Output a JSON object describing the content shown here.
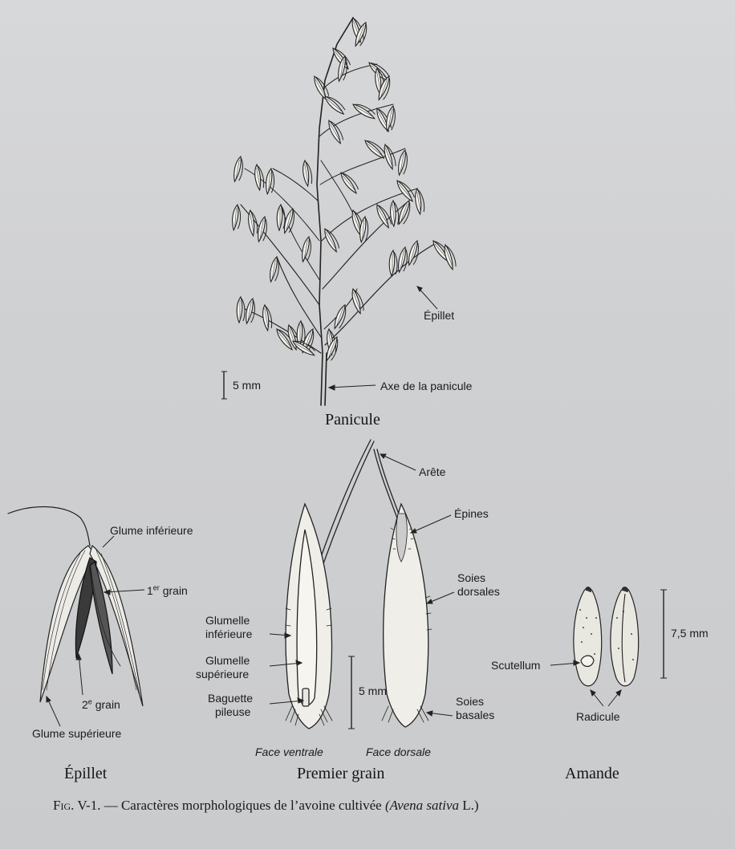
{
  "panicule": {
    "title": "Panicule",
    "labels": {
      "epillet": "Épillet",
      "axe": "Axe de la panicule",
      "scale": "5 mm"
    }
  },
  "epillet": {
    "title": "Épillet",
    "labels": {
      "glume_inf": "Glume inférieure",
      "grain1_num": "1",
      "grain1_sup": "er",
      "grain1_word": "grain",
      "grain2_num": "2",
      "grain2_sup": "e",
      "grain2_word": "grain",
      "glume_sup": "Glume supérieure"
    }
  },
  "premier_grain": {
    "title": "Premier grain",
    "labels": {
      "arete": "Arête",
      "epines": "Épines",
      "soies_dorsales_1": "Soies",
      "soies_dorsales_2": "dorsales",
      "glumelle_inf_1": "Glumelle",
      "glumelle_inf_2": "inférieure",
      "glumelle_sup_1": "Glumelle",
      "glumelle_sup_2": "supérieure",
      "baguette_1": "Baguette",
      "baguette_2": "pileuse",
      "scale": "5 mm",
      "soies_basales_1": "Soies",
      "soies_basales_2": "basales",
      "face_ventrale": "Face ventrale",
      "face_dorsale": "Face dorsale"
    }
  },
  "amande": {
    "title": "Amande",
    "labels": {
      "scutellum": "Scutellum",
      "radicule": "Radicule",
      "scale": "7,5 mm"
    }
  },
  "caption": {
    "prefix_small_caps": "Fig.",
    "text": "V-1. — Caractères morphologiques de l’avoine cultivée",
    "latin_name": "(Avena sativa",
    "author": "L.)"
  }
}
